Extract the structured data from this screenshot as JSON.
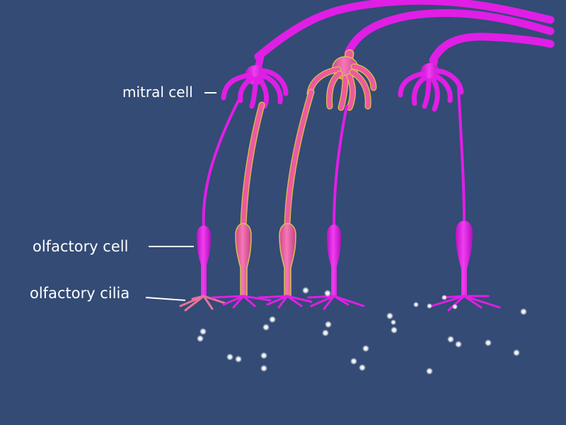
{
  "labels": {
    "mitral_cell": "mitral cell",
    "olfactory_cell": "olfactory cell",
    "olfactory_cilia": "olfactory cilia"
  },
  "colors": {
    "background": "#334b75",
    "cell": "#e01ee6",
    "cell_active": "#ee5a9e",
    "active_outline": "#d8c24a",
    "label_line": "#ffffff",
    "odor_particle": "#ffffff"
  },
  "cells": [
    {
      "name": "mitral-cell-1",
      "active": false
    },
    {
      "name": "mitral-cell-2",
      "active": true
    },
    {
      "name": "mitral-cell-3",
      "active": false
    },
    {
      "name": "olfactory-cell-1",
      "active": false
    },
    {
      "name": "olfactory-cell-2",
      "active": true
    },
    {
      "name": "olfactory-cell-3",
      "active": true
    },
    {
      "name": "olfactory-cell-4",
      "active": false
    },
    {
      "name": "olfactory-cell-5",
      "active": false
    }
  ]
}
